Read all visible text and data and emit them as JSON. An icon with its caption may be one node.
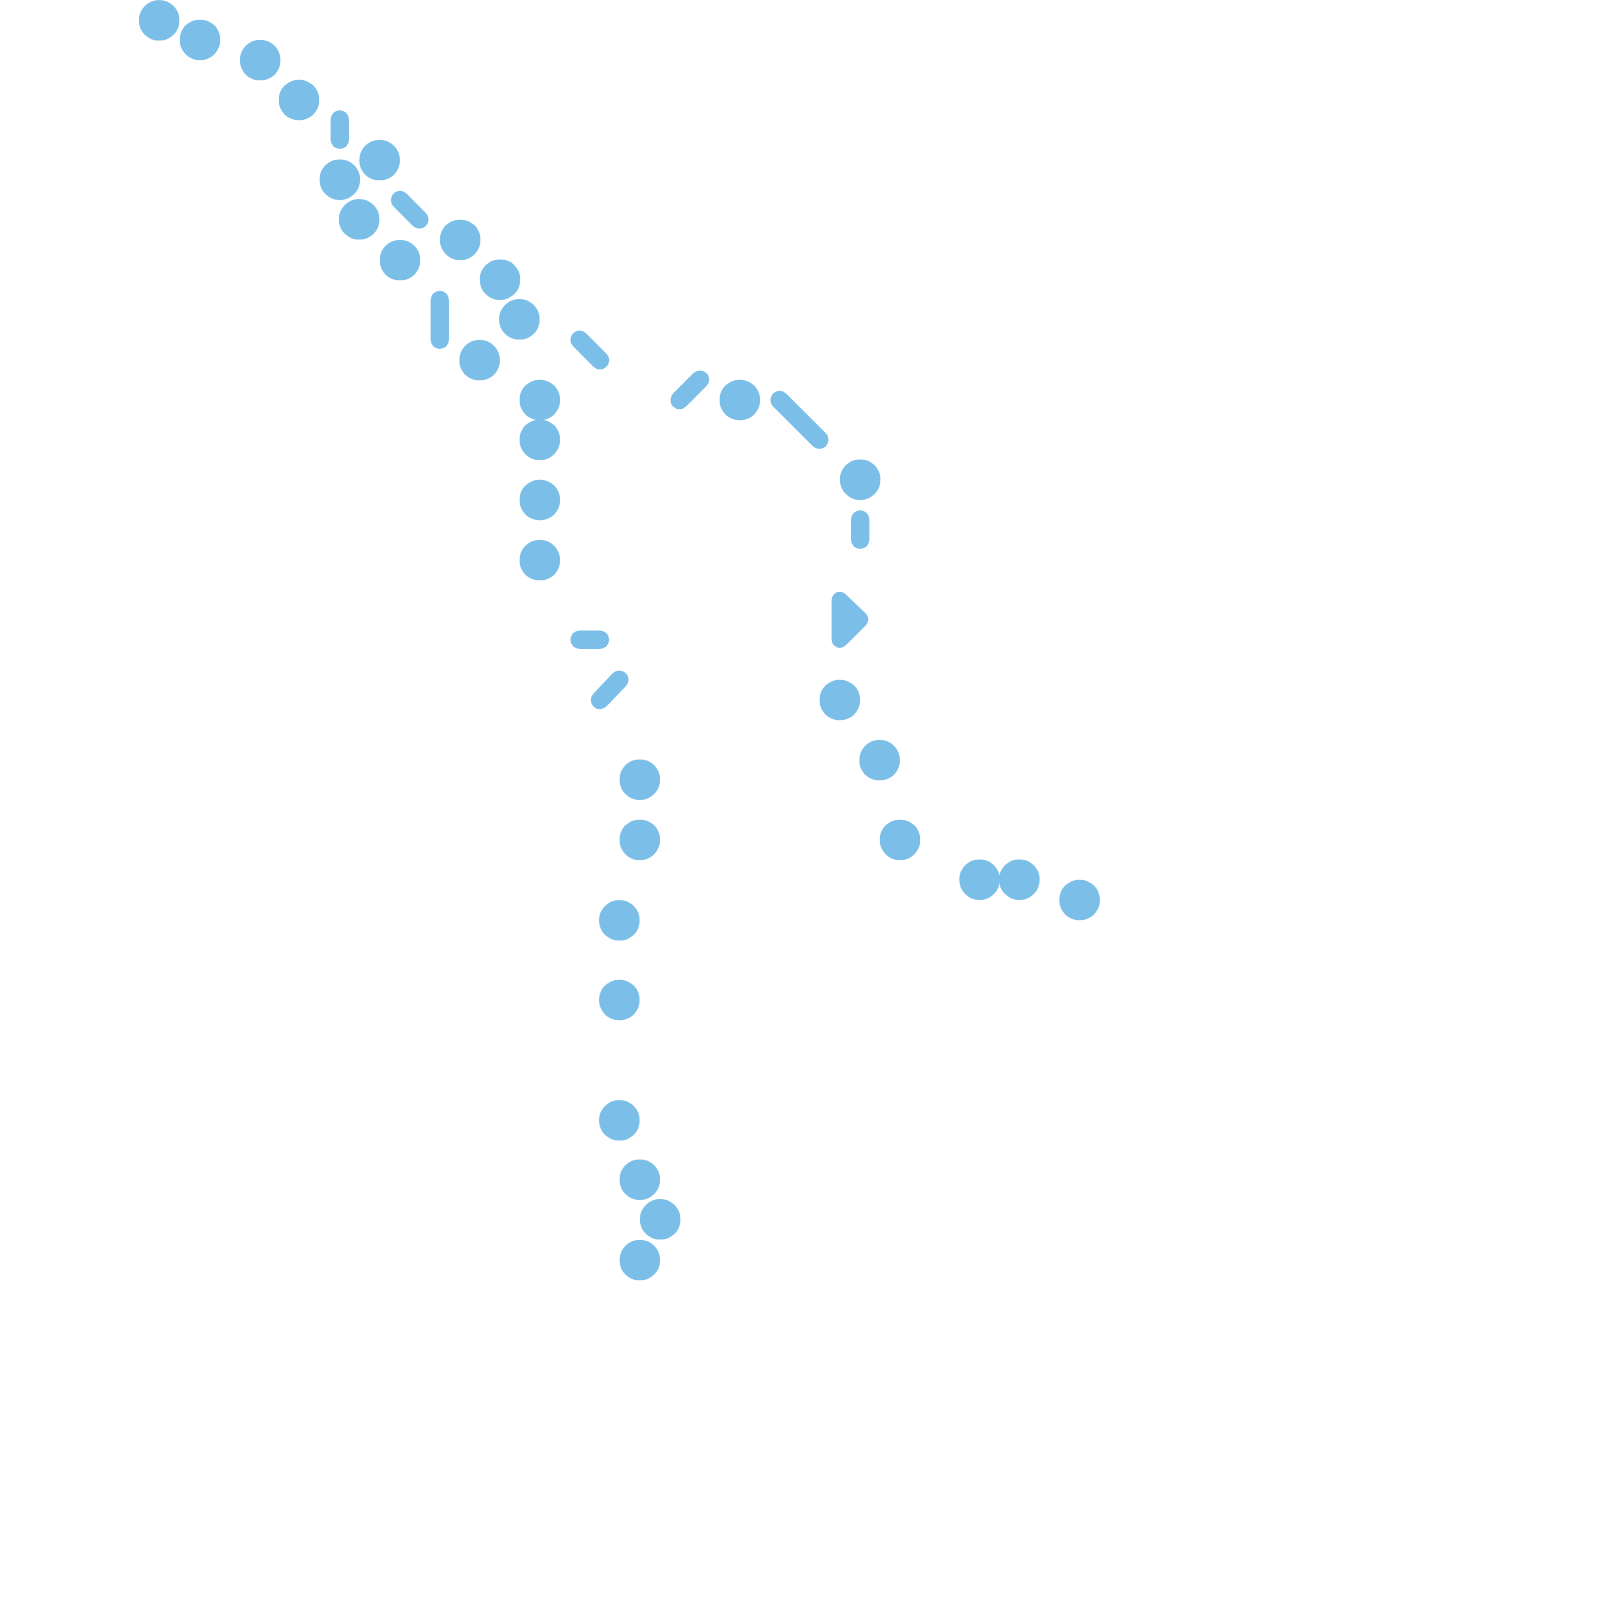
{
  "diagram": {
    "nodes": [
      {
        "text": [],
        "shape": "circle"
      },
      {
        "text": [],
        "shape": "circle"
      },
      {
        "text": [],
        "shape": "circle"
      },
      {
        "text": [],
        "shape": "circle"
      },
      {
        "text": [],
        "shape": "circle"
      },
      {
        "text": [],
        "shape": "circle"
      },
      {
        "text": [],
        "shape": "circle"
      },
      {
        "text": [],
        "shape": "circle"
      },
      {
        "text": [],
        "shape": "circle"
      },
      {
        "text": [],
        "shape": "circle"
      },
      {
        "text": [],
        "shape": "circle"
      },
      {
        "text": [],
        "shape": "circle"
      },
      {
        "text": [],
        "shape": "circle"
      },
      {
        "text": [],
        "shape": "circle"
      },
      {
        "text": [],
        "shape": "circle"
      },
      {
        "text": [],
        "shape": "circle"
      },
      {
        "text": [],
        "shape": "circle"
      },
      {
        "text": [],
        "shape": "circle"
      },
      {
        "text": [],
        "shape": "circle"
      },
      {
        "text": [],
        "shape": "circle"
      },
      {
        "text": [],
        "shape": "circle"
      },
      {
        "text": [],
        "shape": "circle"
      },
      {
        "text": [],
        "shape": "circle"
      },
      {
        "text": [],
        "shape": "circle"
      },
      {
        "text": [],
        "shape": "circle"
      },
      {
        "text": [],
        "shape": "circle"
      },
      {
        "text": [],
        "shape": "circle"
      },
      {
        "text": [],
        "shape": "circle"
      },
      {
        "text": [],
        "shape": "circle"
      },
      {
        "text": [],
        "shape": "circle"
      },
      {
        "text": [],
        "shape": "circle"
      },
      {
        "text": [],
        "shape": "circle"
      }
    ]
  }
}
